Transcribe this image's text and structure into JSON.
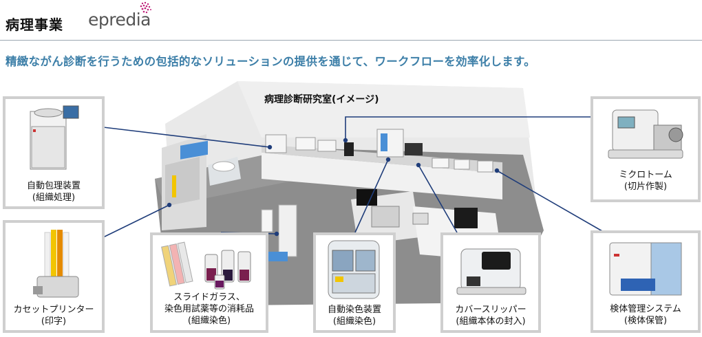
{
  "header": {
    "section_title": "病理事業",
    "brand": "epredia",
    "tagline": "精緻ながん診断を行うための包括的なソリューションの提供を通じて、ワークフローを効率化します。"
  },
  "diagram": {
    "lab_title": "病理診断研究室(イメージ)",
    "products": [
      {
        "id": "tissue-processor",
        "line1": "自動包理装置",
        "line2": "(組織処理)"
      },
      {
        "id": "cassette-printer",
        "line1": "カセットプリンター",
        "line2": "(印字)"
      },
      {
        "id": "consumables",
        "line1": "スライドガラス、",
        "line2": "染色用試薬等の消耗品",
        "line3": "(組織染色)"
      },
      {
        "id": "stainer",
        "line1": "自動染色装置",
        "line2": "(組織染色)"
      },
      {
        "id": "coverslipper",
        "line1": "カバースリッパー",
        "line2": "(組織本体の封入)"
      },
      {
        "id": "specimen-system",
        "line1": "検体管理システム",
        "line2": "(検体保管)"
      },
      {
        "id": "microtome",
        "line1": "ミクロトーム",
        "line2": "(切片作製)"
      }
    ]
  },
  "colors": {
    "tagline": "#3d7fa8",
    "connector": "#1f3d7a",
    "floor": "#8d8d8d",
    "box_border": "#cfcfcf",
    "brand_accent": "#c0237a"
  }
}
